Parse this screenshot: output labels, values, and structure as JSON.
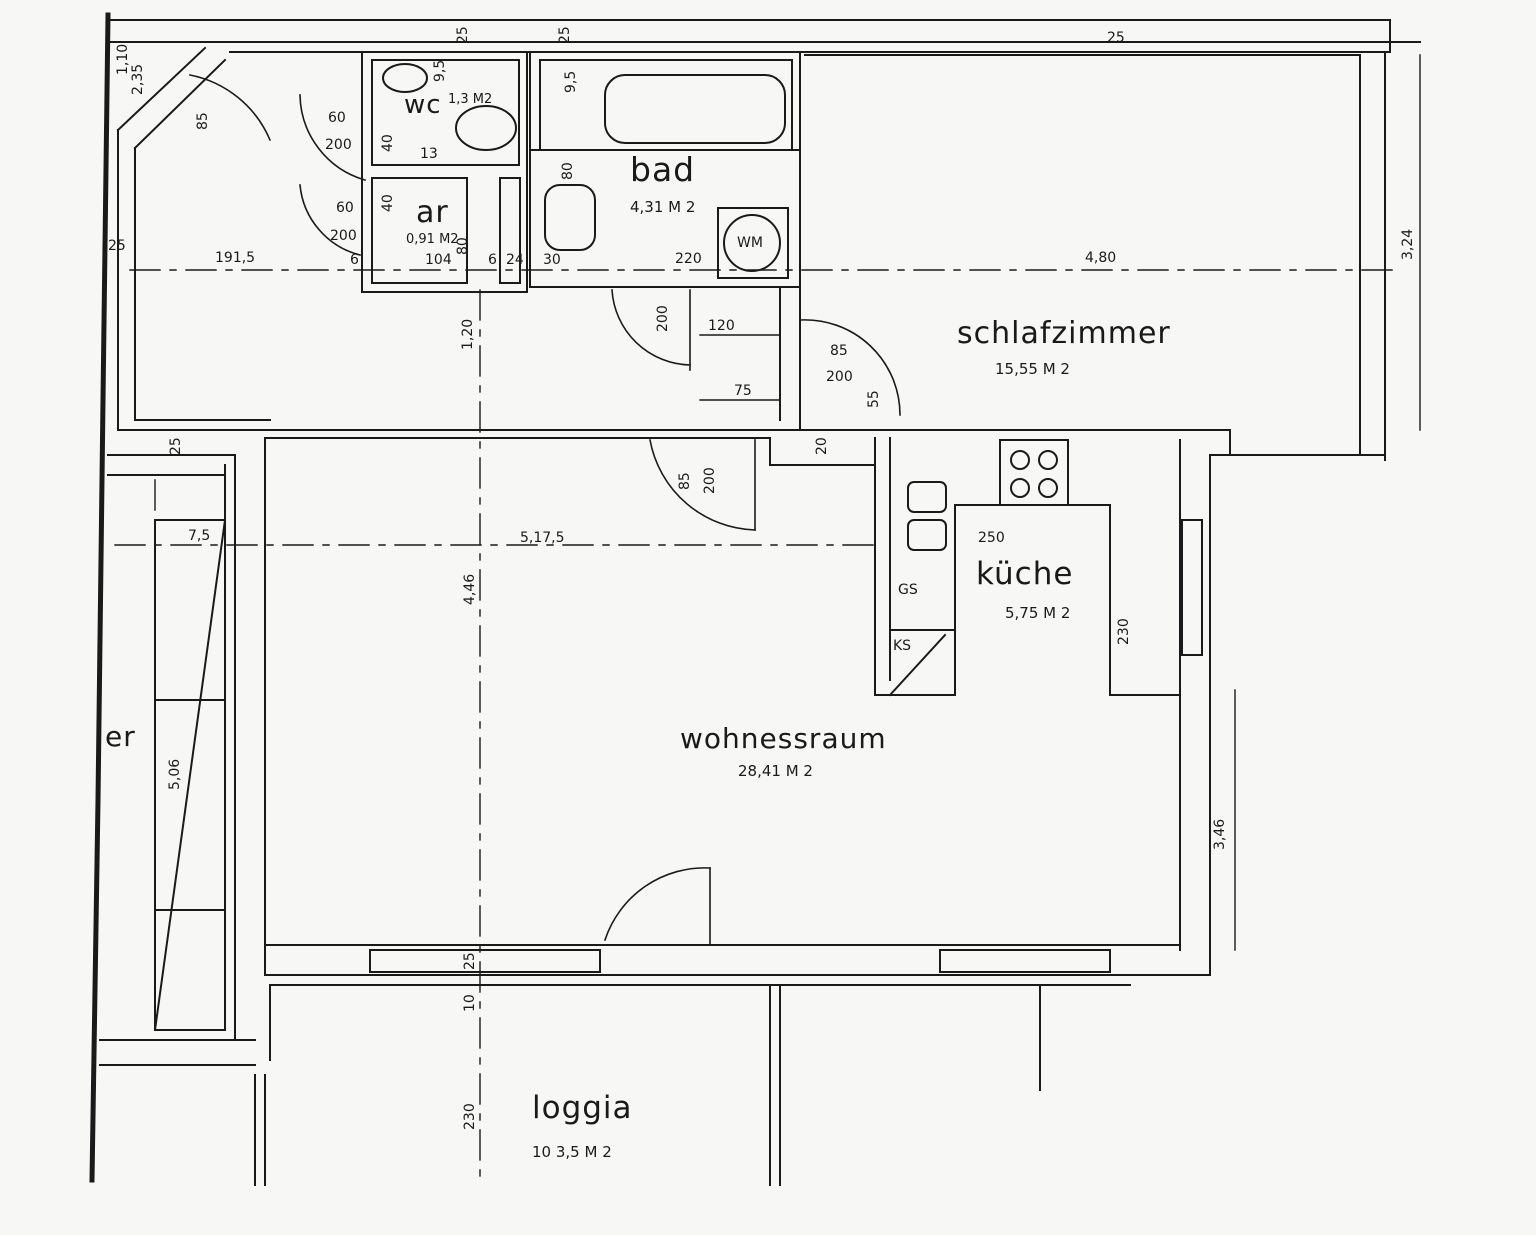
{
  "rooms": {
    "wc": {
      "name": "wc",
      "area": "1,3 M2"
    },
    "ar": {
      "name": "ar",
      "area": "0,91 M2"
    },
    "bad": {
      "name": "bad",
      "area": "4,31 M 2"
    },
    "schlafzimmer": {
      "name": "schlafzimmer",
      "area": "15,55 M 2"
    },
    "kueche": {
      "name": "küche",
      "area": "5,75 M 2"
    },
    "wohnessraum": {
      "name": "wohnessraum",
      "area": "28,41 M 2"
    },
    "loggia": {
      "name": "loggia",
      "area": "10 3,5 M 2"
    },
    "partial": {
      "name": "er"
    }
  },
  "fixtures": {
    "washing_machine": "WM",
    "gs": "GS",
    "ks": "KS"
  },
  "dimensions": {
    "d_191_5": "191,5",
    "d_480": "4,80",
    "d_324": "3,24",
    "d_120_a": "120",
    "d_120_b": "1,20",
    "d_200_a": "200",
    "d_200_b": "200",
    "d_200_c": "200",
    "d_200_d": "200",
    "d_200_e": "200",
    "d_60_a": "60",
    "d_60_b": "60",
    "d_85_a": "85",
    "d_85_b": "85",
    "d_85_c": "85",
    "d_75_a": "75",
    "d_75_b": "7,5",
    "d_55": "55",
    "d_220": "220",
    "d_250": "250",
    "d_230_a": "230",
    "d_230_b": "230",
    "d_517_5": "5,17,5",
    "d_446": "4,46",
    "d_346": "3,46",
    "d_506": "5,06",
    "d_25_a": "25",
    "d_25_b": "25",
    "d_25_c": "25",
    "d_25_d": "25",
    "d_25_e": "25",
    "d_25_f": "25",
    "d_10": "10",
    "d_110": "1,10",
    "d_235": "2,35",
    "d_95_a": "9,5",
    "d_95_b": "9,5",
    "d_104": "104",
    "d_40_a": "40",
    "d_40_b": "40",
    "d_20": "20",
    "d_6": "6",
    "d_13": "13",
    "d_80": "80",
    "d_30": "30",
    "d_24": "24",
    "d_6b": "6",
    "d_80b": "80"
  }
}
